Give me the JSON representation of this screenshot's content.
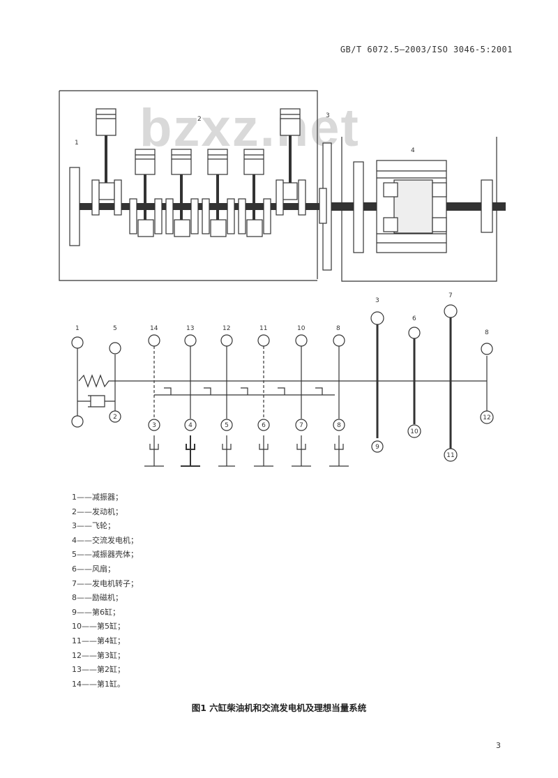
{
  "header": {
    "standard_id": "GB/T 6072.5—2003/ISO 3046-5:2001"
  },
  "watermark": "bzxz.net",
  "figure": {
    "top_labels": [
      "1",
      "2",
      "3",
      "4"
    ],
    "schematic_top_labels": [
      "1",
      "5",
      "14",
      "13",
      "12",
      "11",
      "10",
      "8",
      "3",
      "6",
      "7",
      "8"
    ],
    "schematic_bottom_labels": [
      "2",
      "3",
      "4",
      "5",
      "6",
      "7",
      "8",
      "9",
      "10",
      "11",
      "12"
    ]
  },
  "legend": [
    "1——减振器；",
    "2——发动机；",
    "3——飞轮；",
    "4——交流发电机；",
    "5——减振器壳体；",
    "6——风扇；",
    "7——发电机转子；",
    "8——励磁机；",
    "9——第6缸；",
    "10——第5缸；",
    "11——第4缸；",
    "12——第3缸；",
    "13——第2缸；",
    "14——第1缸。"
  ],
  "caption": "图1  六缸柴油机和交流发电机及理想当量系统",
  "page_number": "3"
}
